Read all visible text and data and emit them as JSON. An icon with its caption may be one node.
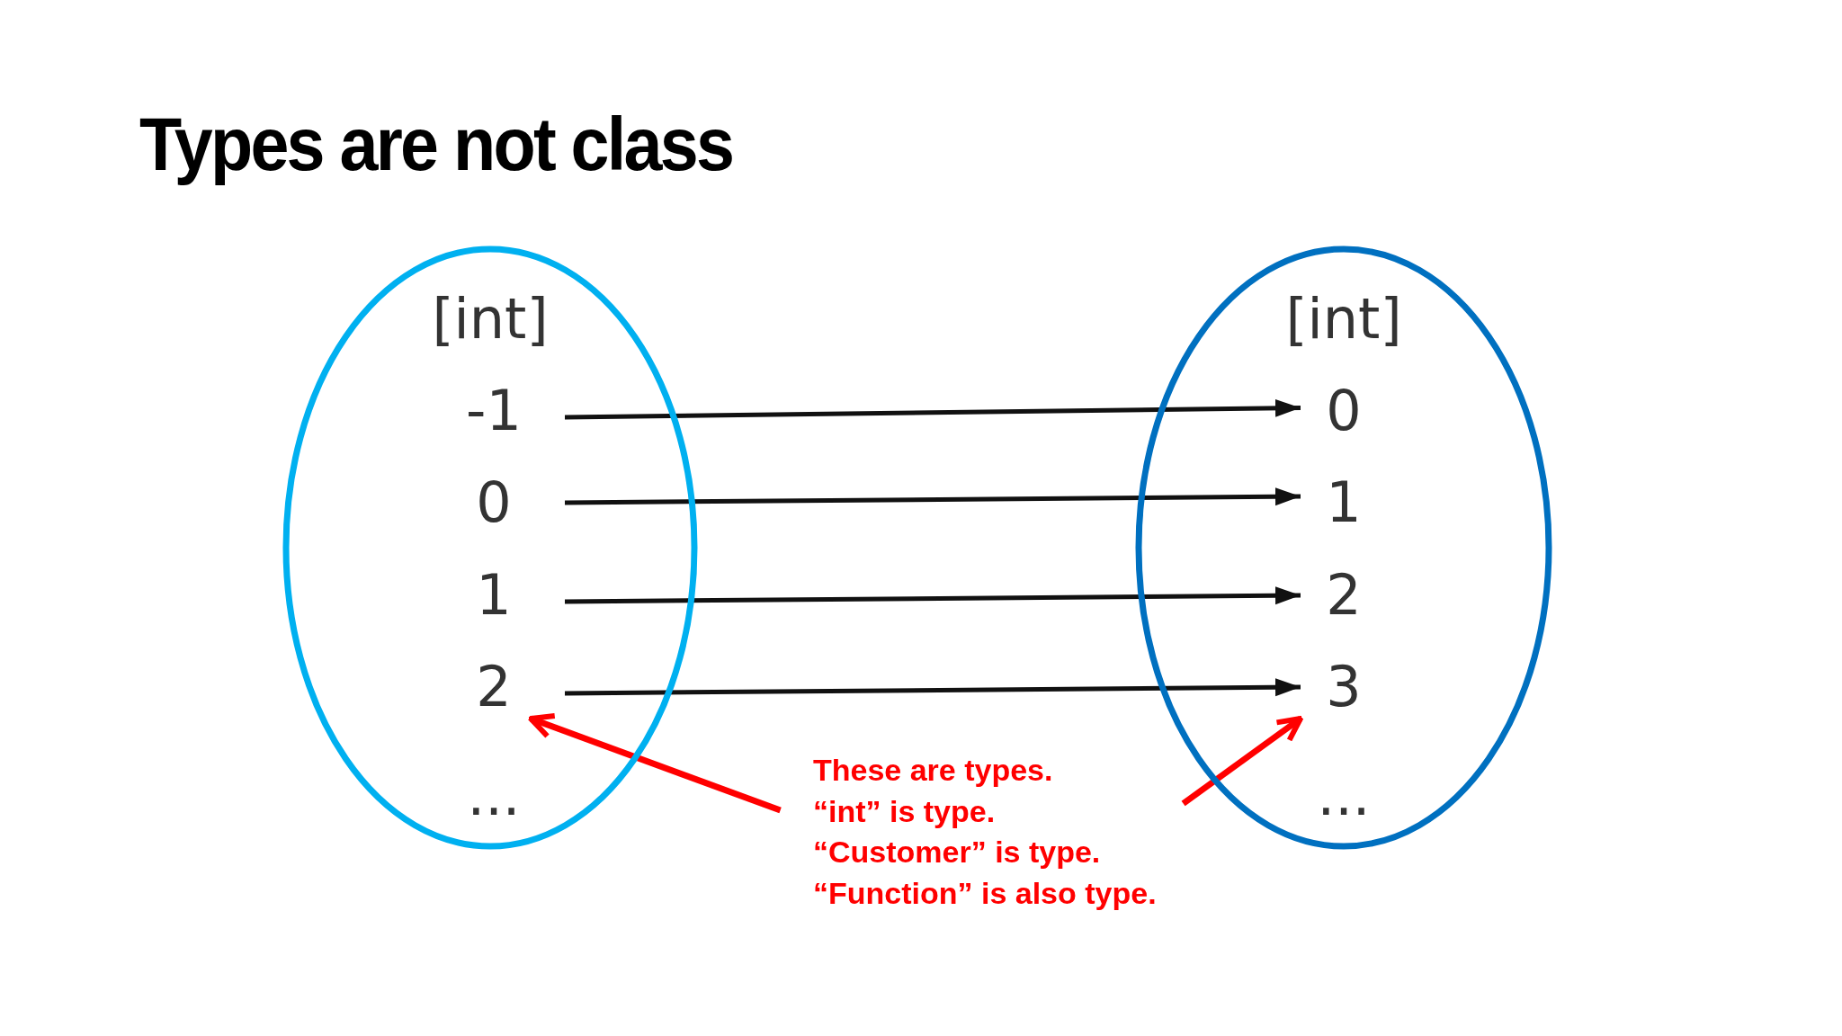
{
  "diagram": {
    "title": "Types are not class",
    "nodes": [
      {
        "text": [
          "[int]"
        ]
      },
      {
        "text": [
          "-1"
        ],
        "in": 0
      },
      {
        "text": [
          "0"
        ],
        "in": 0
      },
      {
        "text": [
          "1"
        ],
        "in": 0
      },
      {
        "text": [
          "2"
        ],
        "in": 0
      },
      {
        "text": [
          "[int]"
        ]
      },
      {
        "text": [
          "0"
        ],
        "in": 5
      },
      {
        "text": [
          "1"
        ],
        "in": 5
      },
      {
        "text": [
          "2"
        ],
        "in": 5
      },
      {
        "text": [
          "3"
        ],
        "in": 5
      },
      {
        "text": [
          "These are types.",
          "“int” is type.",
          "“Customer” is type.",
          "“Function” is also type."
        ]
      }
    ],
    "edges": [
      {
        "from": 1,
        "to": 6,
        "arrow": "to"
      },
      {
        "from": 2,
        "to": 7,
        "arrow": "to"
      },
      {
        "from": 3,
        "to": 8,
        "arrow": "to"
      },
      {
        "from": 4,
        "to": 9,
        "arrow": "to"
      },
      {
        "from": 10,
        "to": 4,
        "arrow": "to",
        "color": "#ff0000"
      },
      {
        "from": 10,
        "to": 9,
        "arrow": "to",
        "color": "#ff0000"
      }
    ],
    "labels": [
      "...",
      "..."
    ]
  }
}
